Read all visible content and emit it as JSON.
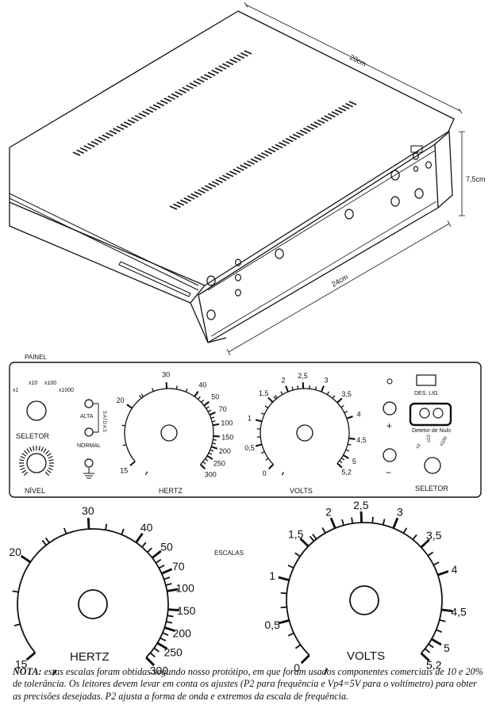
{
  "cabinet": {
    "dim_width": "20cm",
    "dim_height": "7,5cm",
    "dim_depth": "24cm"
  },
  "panel": {
    "title": "PAINEL",
    "range_labels": [
      "x1",
      "x10",
      "x100",
      "x1000"
    ],
    "selector_left": "SELETOR",
    "output_high": "ALTA",
    "output_normal": "NORMAL",
    "outputs_vertical": "SAÍDAS",
    "level": "NÍVEL",
    "hertz": "HERTZ",
    "volts": "VOLTS",
    "on_off": "DES. LIG.",
    "null_detector": "Detetor de Nulo",
    "plus": "+",
    "minus": "−",
    "meter_range_labels": [
      "x1",
      "x10",
      "x100"
    ],
    "selector_right": "SELETOR"
  },
  "scales": {
    "title": "ESCALAS",
    "hertz_label": "HERTZ",
    "volts_label": "VOLTS"
  },
  "chart_data": [
    {
      "type": "dial",
      "scale_name": "HERTZ",
      "tick_labels": [
        "15",
        "20",
        "30",
        "40",
        "50",
        "70",
        "100",
        "150",
        "200",
        "250",
        "300"
      ],
      "minor_ticks_between": 2
    },
    {
      "type": "dial",
      "scale_name": "VOLTS",
      "tick_labels": [
        "0",
        "0,5",
        "1",
        "1,5",
        "2",
        "2,5",
        "3",
        "3,5",
        "4",
        "4,5",
        "5",
        "5,2"
      ],
      "minor_ticks_between": 2
    }
  ],
  "note": {
    "label": "NOTA:",
    "text": "estas escalas foram obtidas segundo nosso protótipo, em que foram usados componentes comerciais de 10 e 20% de tolerância. Os leitores devem levar em conta os ajustes (P2 para frequência e Vp4=5V para o voltímetro) para obter as precisões desejadas. P2 ajusta a forma de onda e extremos da escala de frequência."
  }
}
